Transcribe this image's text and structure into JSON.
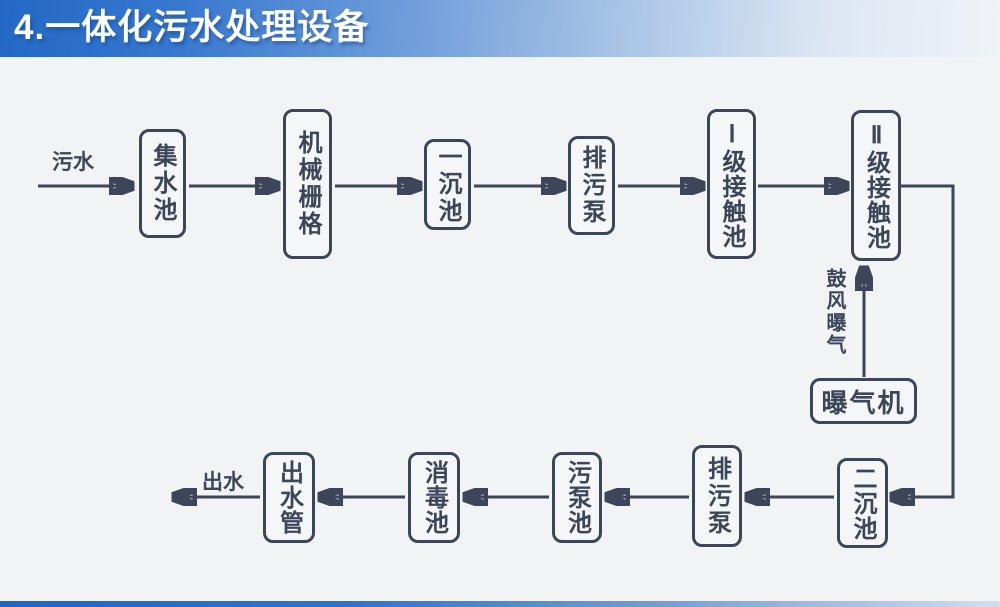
{
  "header": {
    "title": "4.一体化污水处理设备"
  },
  "colors": {
    "ink": "#3d4659",
    "background": "#f2f3f4",
    "header_blue_left": "#2268c5",
    "header_fade_right": "#f0f3f7",
    "footer_blue_left": "#1b68c3",
    "footer_fade_right": "#cfdff1"
  },
  "diagram": {
    "inflow_label": "污水",
    "outflow_label": "出水",
    "aeration_flow_label": "鼓风曝气",
    "nodes": {
      "collection_tank": "集水池",
      "mechanical_grid": "机械栅格",
      "primary_settling_tank": "一沉池",
      "sewage_pump_upper": "排污泵",
      "stage1_contact_tank": "Ⅰ级接触池",
      "stage2_contact_tank": "Ⅱ级接触池",
      "aerator": "曝气机",
      "secondary_settling_tank": "二沉池",
      "sewage_pump_lower": "排污泵",
      "sewage_pump_tank": "污泵池",
      "disinfection_tank": "消毒池",
      "outlet_pipe": "出水管"
    },
    "flow_order_top": [
      "污水",
      "集水池",
      "机械栅格",
      "一沉池",
      "排污泵",
      "Ⅰ级接触池",
      "Ⅱ级接触池"
    ],
    "flow_order_bottom": [
      "二沉池",
      "排污泵",
      "污泵池",
      "消毒池",
      "出水管",
      "出水"
    ],
    "aeration_branch": [
      "曝气机",
      "鼓风曝气",
      "Ⅱ级接触池"
    ]
  }
}
